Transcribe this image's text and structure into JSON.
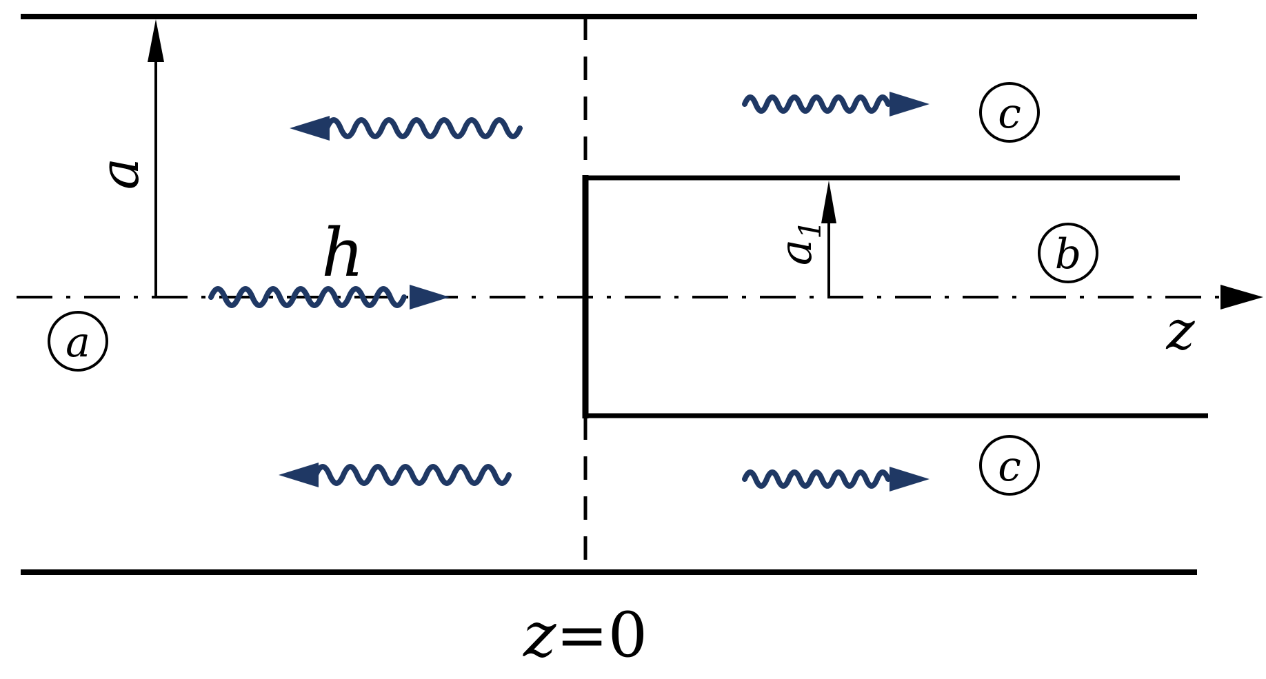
{
  "diagram": {
    "colors": {
      "line": "#000000",
      "wave": "#1f3864",
      "background": "#ffffff"
    },
    "labels": {
      "guide_height": "a",
      "sub_guide_height_base": "a",
      "sub_guide_height_sub": "1",
      "incident_mode": "h",
      "axis": "z",
      "junction_var": "z",
      "junction_eq": "=0",
      "region_a": "a",
      "region_b": "b",
      "region_c_top": "c",
      "region_c_bottom": "c"
    }
  }
}
